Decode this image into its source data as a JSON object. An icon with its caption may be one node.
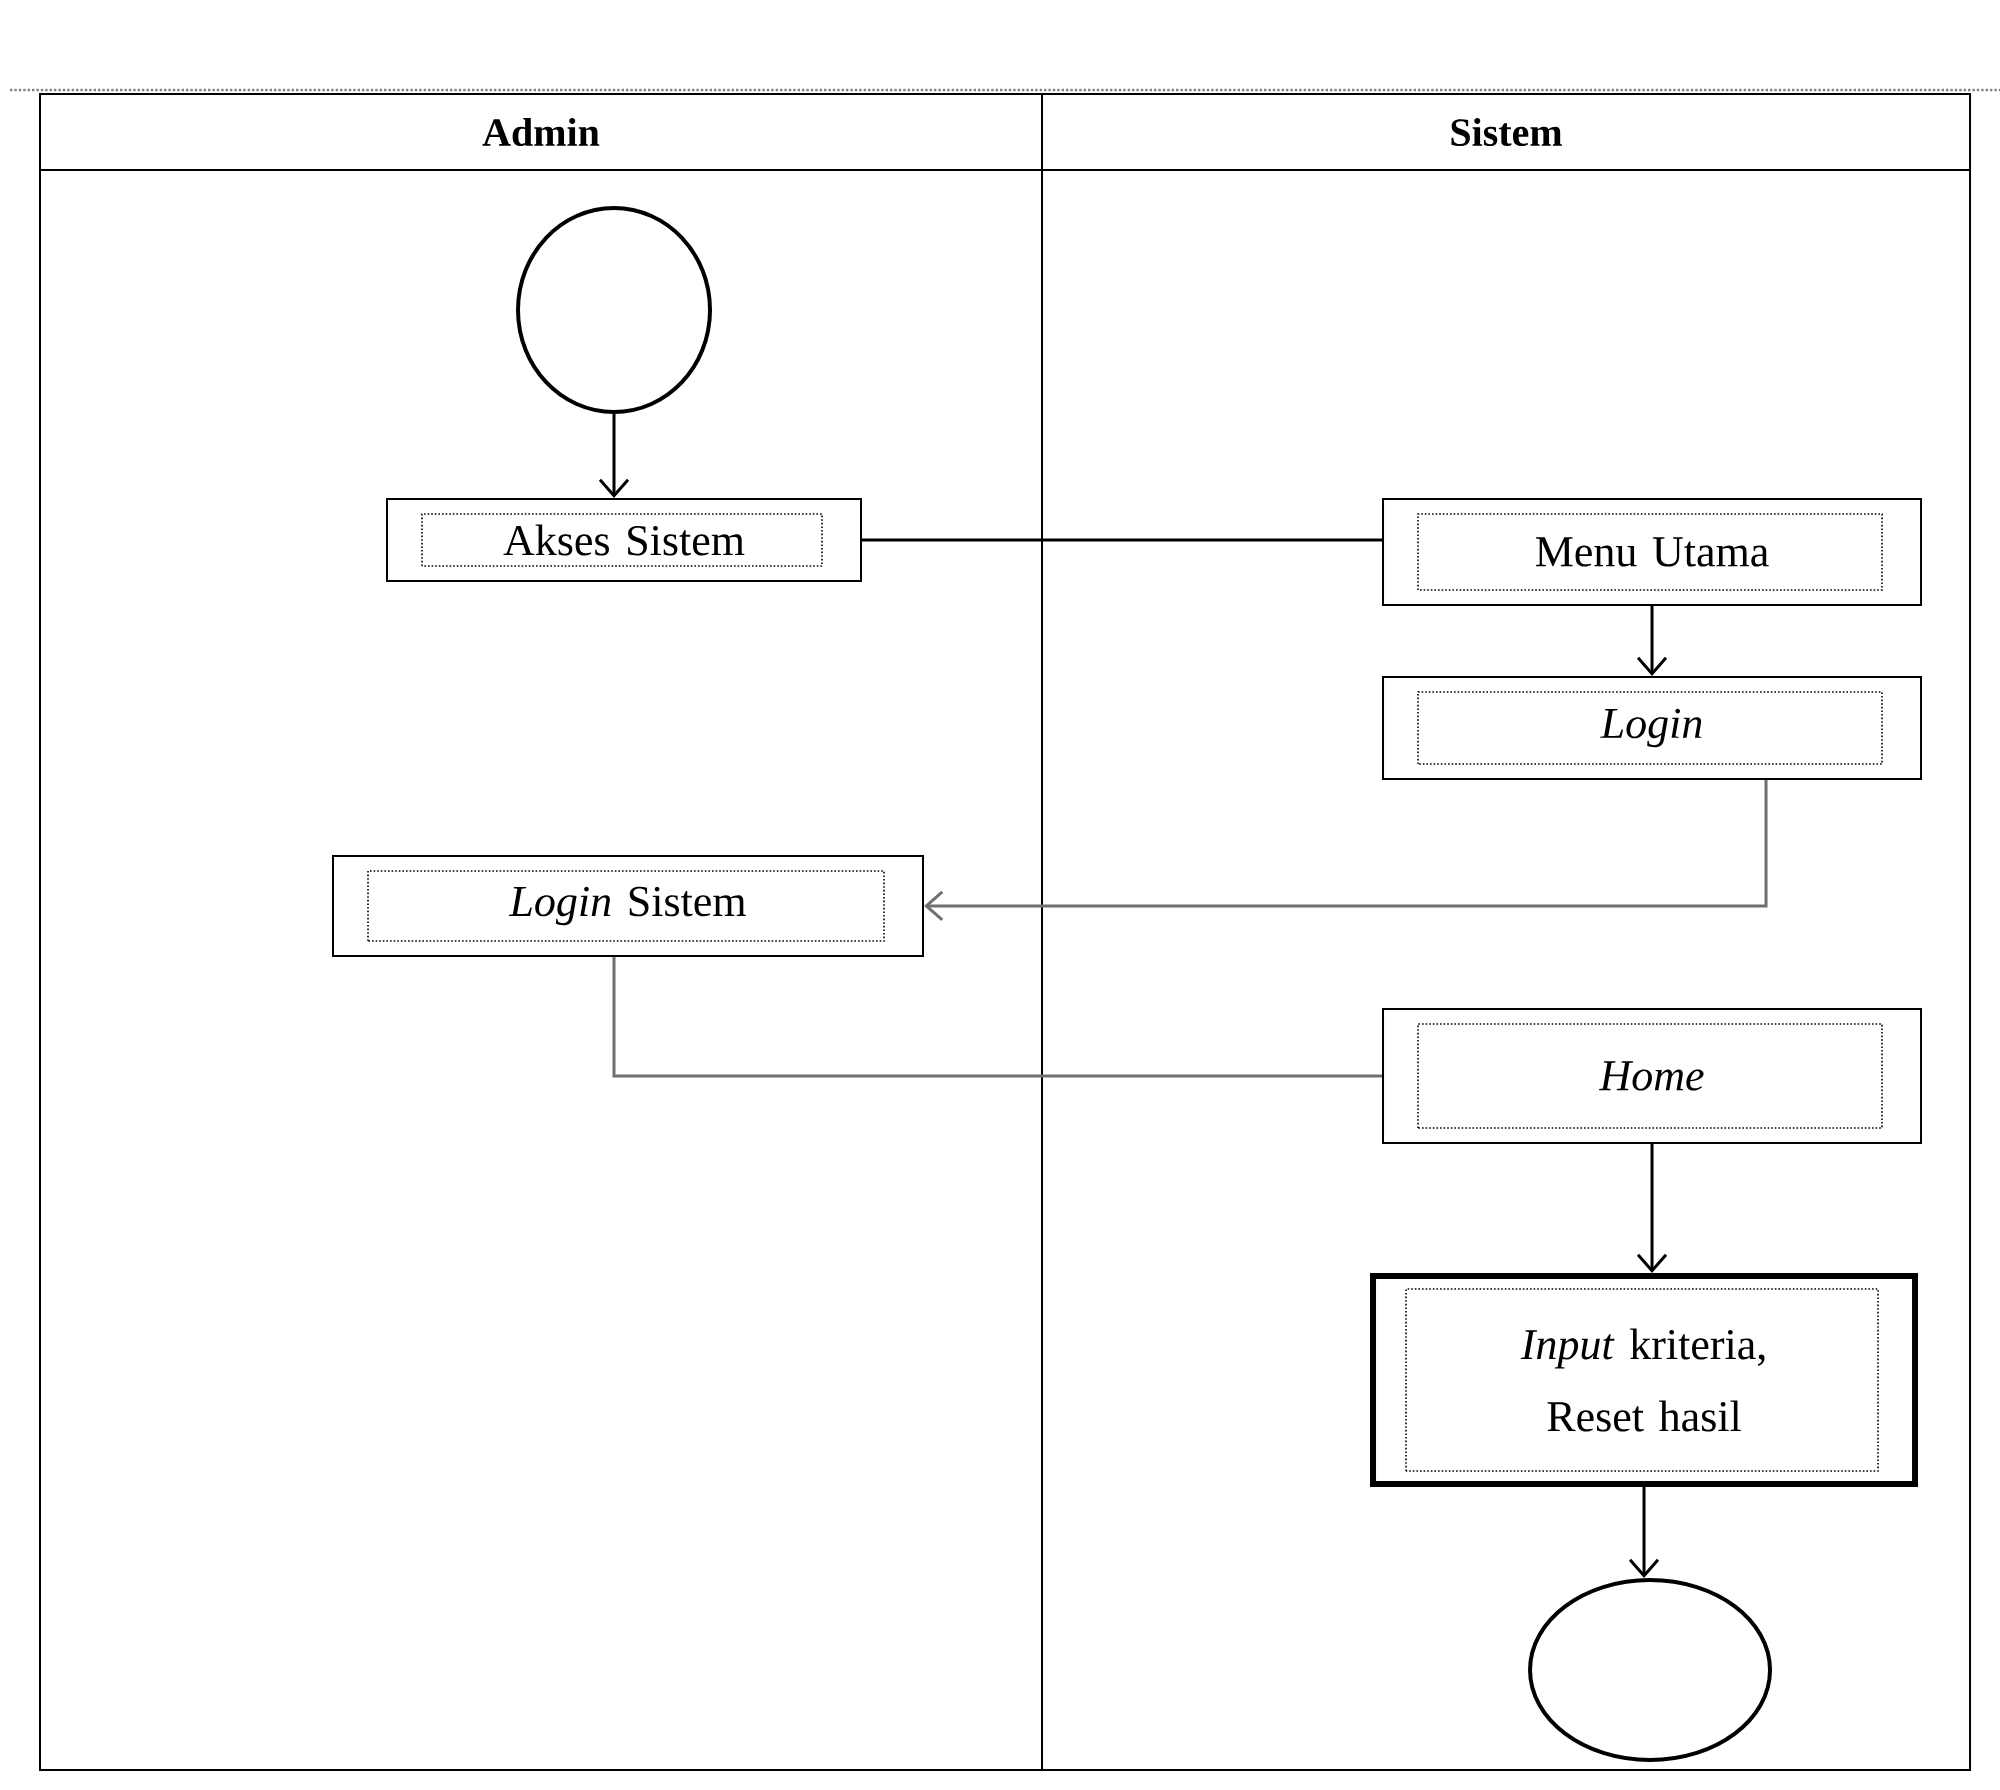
{
  "diagram": {
    "nodes": [
      {
        "text": [
          "Admin"
        ]
      },
      {
        "text": [
          "Sistem"
        ]
      },
      {
        "text": [],
        "shape": "circle",
        "in": 0
      },
      {
        "text": [
          "Akses Sistem"
        ],
        "in": 0
      },
      {
        "text": [
          "Menu Utama"
        ],
        "in": 1
      },
      {
        "text": [
          "Login"
        ],
        "in": 1
      },
      {
        "text": [
          "*Login* Sistem"
        ],
        "in": 0
      },
      {
        "text": [
          "Home"
        ],
        "in": 1
      },
      {
        "text": [
          "*Input* kriteria, Reset hasil"
        ],
        "in": 1
      },
      {
        "text": [],
        "shape": "circle",
        "in": 1
      }
    ],
    "edges": [
      {
        "from": 2,
        "to": 3,
        "arrow": "to"
      },
      {
        "from": 3,
        "to": 4,
        "arrow": "none"
      },
      {
        "from": 4,
        "to": 5,
        "arrow": "to"
      },
      {
        "from": 5,
        "to": 6,
        "arrow": "to",
        "color": "#707070"
      },
      {
        "from": 6,
        "to": 7,
        "arrow": "none",
        "color": "#707070"
      },
      {
        "from": 7,
        "to": 8,
        "arrow": "to"
      },
      {
        "from": 8,
        "to": 9,
        "arrow": "to"
      }
    ]
  }
}
